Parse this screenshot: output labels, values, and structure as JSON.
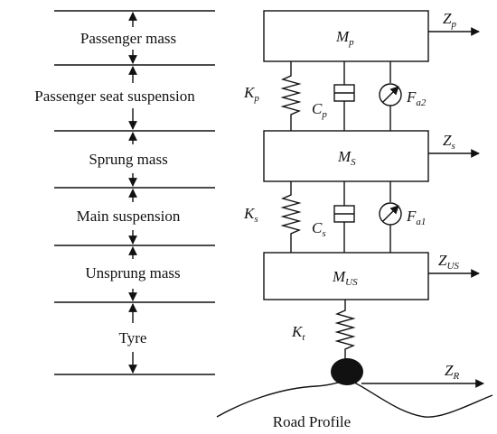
{
  "layers": {
    "passenger_mass": "Passenger mass",
    "seat_suspension": "Passenger seat suspension",
    "sprung_mass": "Sprung mass",
    "main_suspension": "Main suspension",
    "unsprung_mass": "Unsprung mass",
    "tyre": "Tyre"
  },
  "masses": {
    "passenger": {
      "base": "M",
      "sub": "p"
    },
    "sprung": {
      "base": "M",
      "sub": "S"
    },
    "unsprung": {
      "base": "M",
      "sub": "US"
    }
  },
  "displacements": {
    "passenger": {
      "base": "Z",
      "sub": "p"
    },
    "sprung": {
      "base": "Z",
      "sub": "s"
    },
    "unsprung": {
      "base": "Z",
      "sub": "US"
    },
    "road": {
      "base": "Z",
      "sub": "R"
    }
  },
  "springs": {
    "seat": {
      "base": "K",
      "sub": "p"
    },
    "main": {
      "base": "K",
      "sub": "s"
    },
    "tyre": {
      "base": "K",
      "sub": "t"
    }
  },
  "dampers": {
    "seat": {
      "base": "C",
      "sub": "p"
    },
    "main": {
      "base": "C",
      "sub": "s"
    }
  },
  "actuators": {
    "seat": {
      "base": "F",
      "sub": "a2"
    },
    "main": {
      "base": "F",
      "sub": "a1"
    }
  },
  "road_label": "Road Profile"
}
